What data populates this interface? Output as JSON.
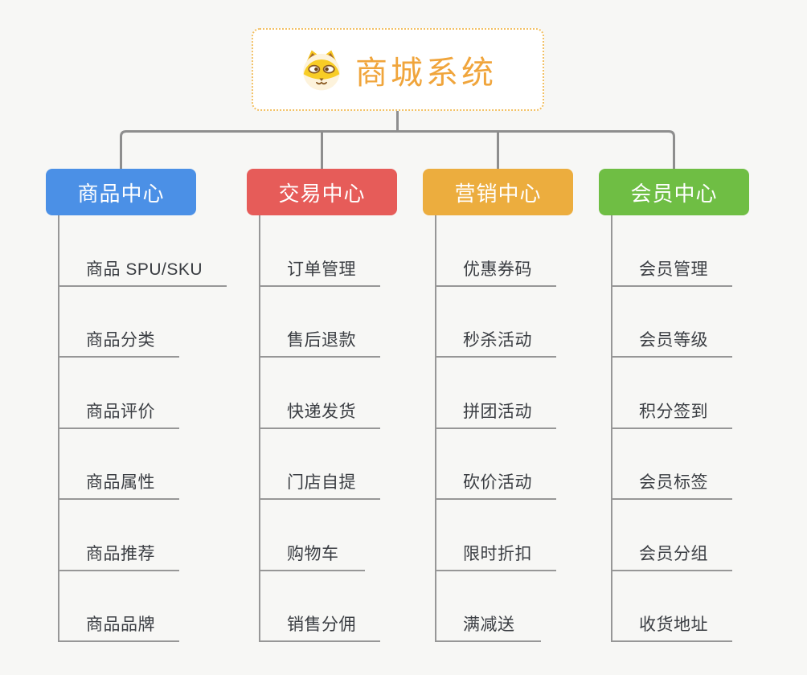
{
  "root": {
    "title": "商城系统",
    "icon": "dog-face-icon",
    "title_color": "#f0a53c"
  },
  "colors": {
    "connector": "#8e8e8e",
    "root_border": "#f2c064",
    "underline": "#979797"
  },
  "branches": [
    {
      "label": "商品中心",
      "color": "#4b90e6",
      "items": [
        "商品 SPU/SKU",
        "商品分类",
        "商品评价",
        "商品属性",
        "商品推荐",
        "商品品牌"
      ]
    },
    {
      "label": "交易中心",
      "color": "#e65c59",
      "items": [
        "订单管理",
        "售后退款",
        "快递发货",
        "门店自提",
        "购物车",
        "销售分佣"
      ]
    },
    {
      "label": "营销中心",
      "color": "#ecad3e",
      "items": [
        "优惠券码",
        "秒杀活动",
        "拼团活动",
        "砍价活动",
        "限时折扣",
        "满减送"
      ]
    },
    {
      "label": "会员中心",
      "color": "#6fbe44",
      "items": [
        "会员管理",
        "会员等级",
        "积分签到",
        "会员标签",
        "会员分组",
        "收货地址"
      ]
    }
  ]
}
